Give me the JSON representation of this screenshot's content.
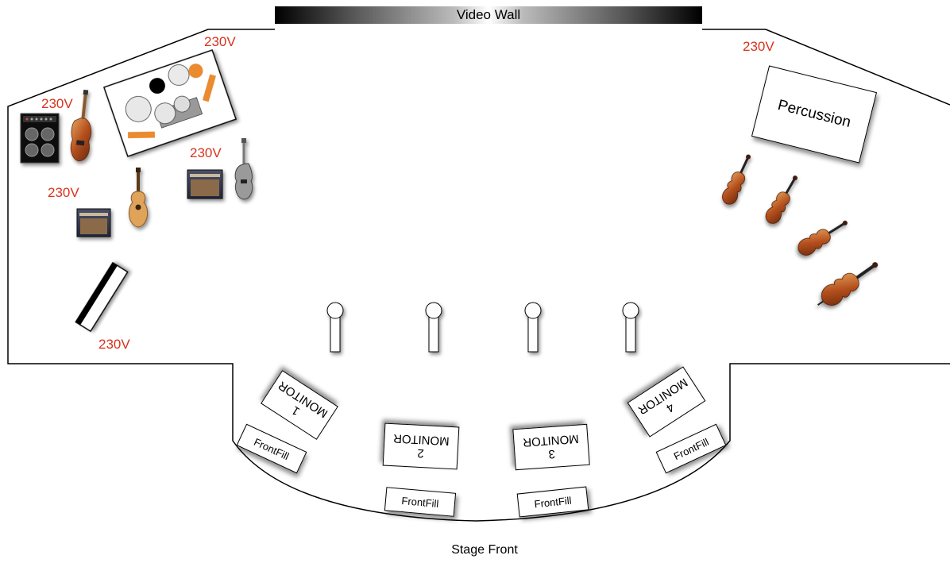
{
  "video_wall": {
    "label": "Video Wall"
  },
  "stage_front": {
    "label": "Stage Front"
  },
  "percussion": {
    "label": "Percussion"
  },
  "power": {
    "drums": "230V",
    "right": "230V",
    "bass_amp": "230V",
    "guitar_amp_right": "230V",
    "guitar_amp_left": "230V",
    "keyboard": "230V"
  },
  "monitors": [
    {
      "label": "MONITOR",
      "number": "1"
    },
    {
      "label": "MONITOR",
      "number": "2"
    },
    {
      "label": "MONITOR",
      "number": "3"
    },
    {
      "label": "MONITOR",
      "number": "4"
    }
  ],
  "frontfills": [
    "FrontFill",
    "FrontFill",
    "FrontFill",
    "FrontFill"
  ],
  "colors": {
    "power_label": "#d9331d",
    "wood": "#b5501e",
    "amp_tolex": "#2d3347"
  },
  "icons": [
    "drum-kit-icon",
    "bass-amp-icon",
    "bass-guitar-icon",
    "acoustic-guitar-icon",
    "guitar-amp-icon",
    "electric-guitar-icon",
    "keyboard-icon",
    "mic-stand-icon",
    "violin-icon",
    "viola-icon",
    "cello-icon"
  ]
}
